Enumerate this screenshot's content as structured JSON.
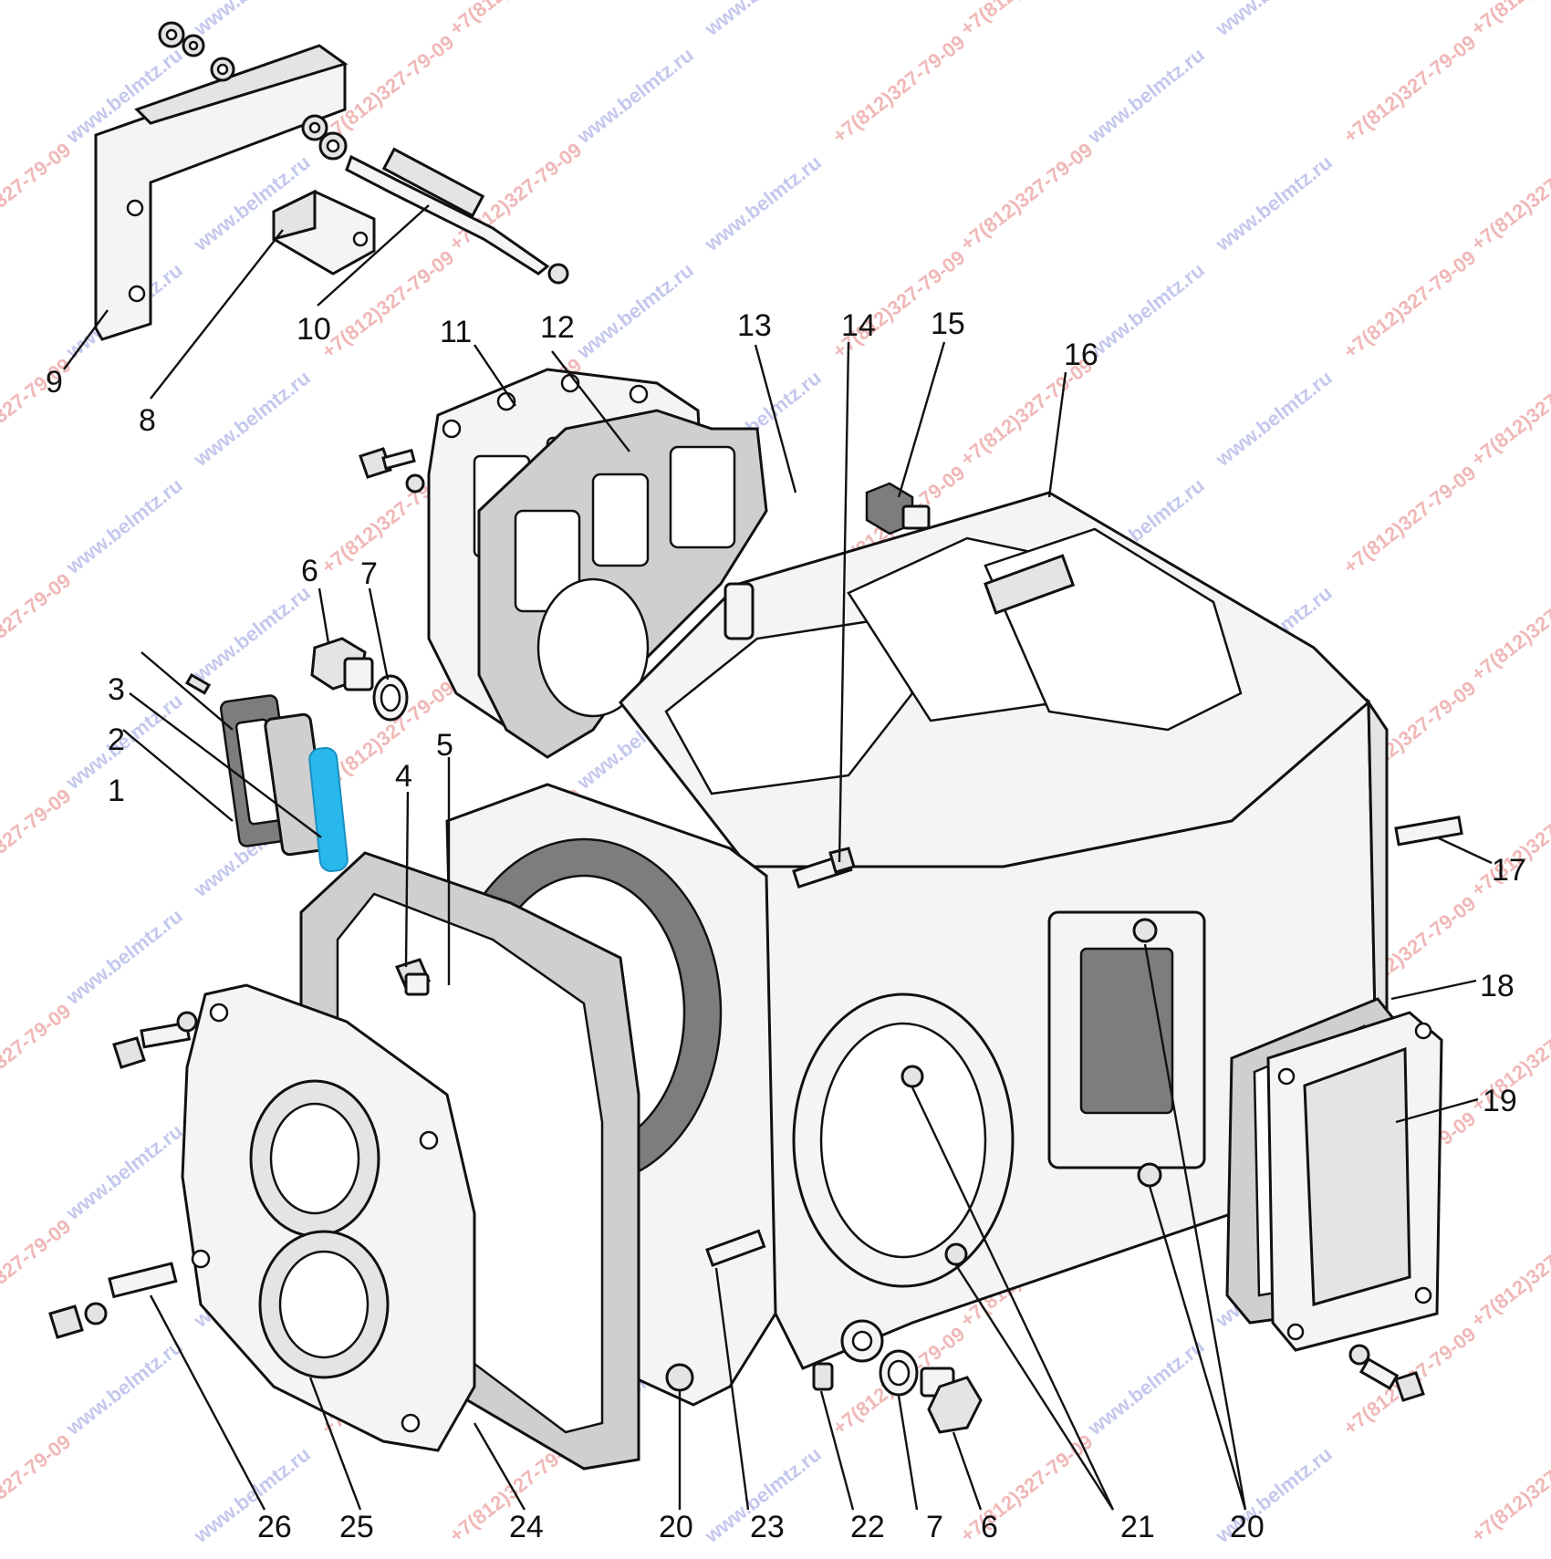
{
  "labels": [
    "1",
    "2",
    "3",
    "4",
    "5",
    "6",
    "7",
    "8",
    "9",
    "10",
    "11",
    "12",
    "13",
    "14",
    "15",
    "16",
    "17",
    "18",
    "19",
    "20",
    "21",
    "22",
    "23",
    "24",
    "25",
    "26"
  ],
  "watermarks": {
    "phone": "+7(812)327-79-09",
    "site": "www.belmtz.ru",
    "phone_color": "#e06464",
    "site_color": "#7c86d8"
  },
  "highlight_color": "#29b8ec"
}
